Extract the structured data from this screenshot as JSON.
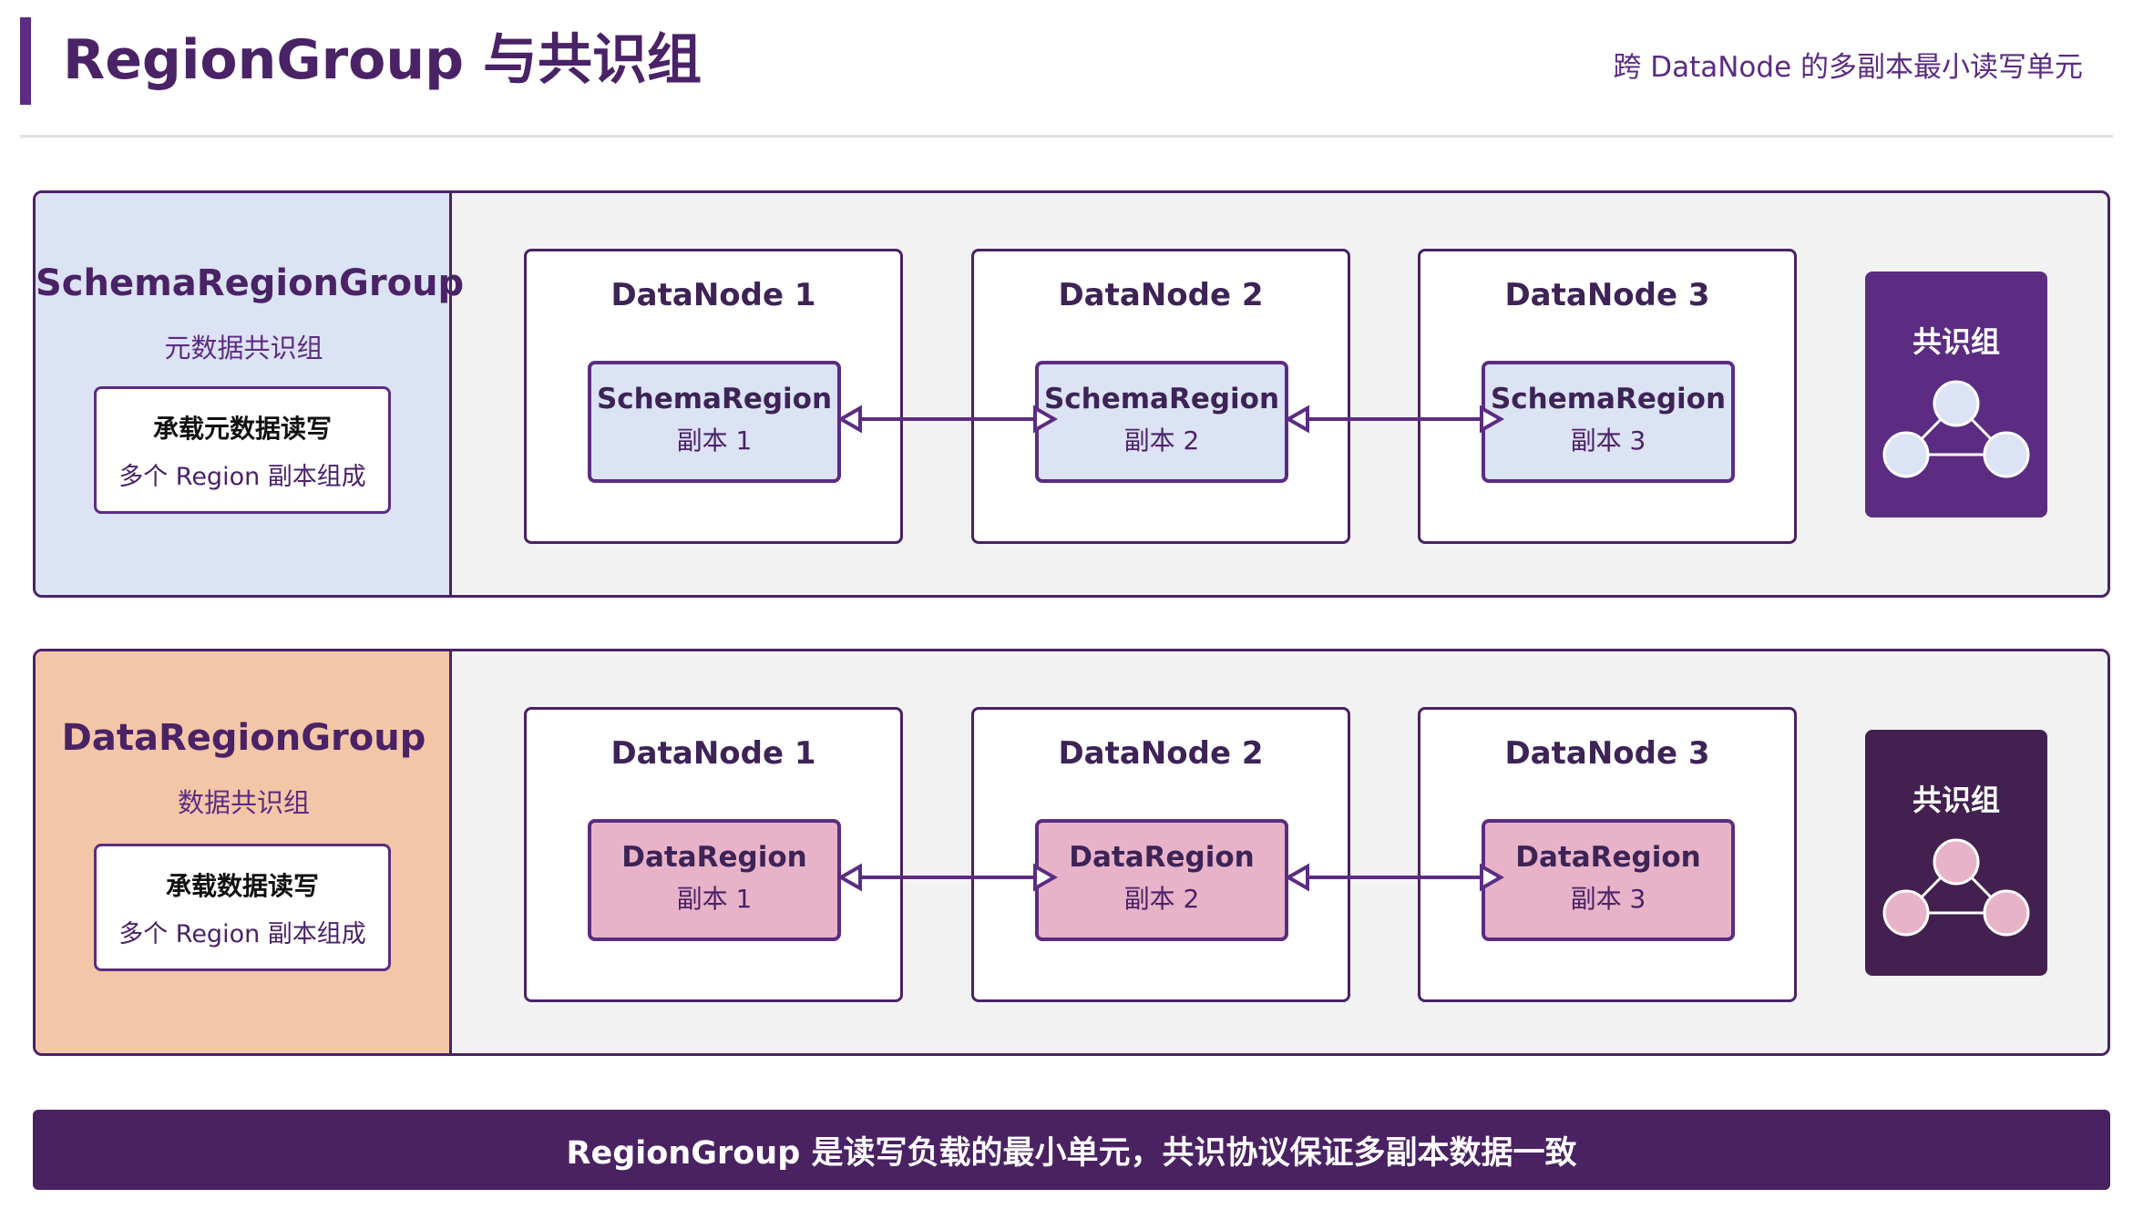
{
  "header": {
    "title": "RegionGroup 与共识组",
    "subtitle": "跨 DataNode 的多副本最小读写单元"
  },
  "groups": [
    {
      "name": "SchemaRegionGroup",
      "subtitle": "元数据共识组",
      "desc_title": "承载元数据读写",
      "desc_text": "多个 Region 副本组成",
      "side_color": "#dce3f4",
      "region_color": "#dce3f4",
      "consensus_color": "#5b2c82",
      "consensus_label": "共识组",
      "nodes": [
        {
          "title": "DataNode 1",
          "region": "SchemaRegion",
          "replica": "副本 1"
        },
        {
          "title": "DataNode 2",
          "region": "SchemaRegion",
          "replica": "副本 2"
        },
        {
          "title": "DataNode 3",
          "region": "SchemaRegion",
          "replica": "副本 3"
        }
      ]
    },
    {
      "name": "DataRegionGroup",
      "subtitle": "数据共识组",
      "desc_title": "承载数据读写",
      "desc_text": "多个 Region 副本组成",
      "side_color": "#f4c6a8",
      "region_color": "#e8b3c9",
      "consensus_color": "#43204f",
      "consensus_label": "共识组",
      "nodes": [
        {
          "title": "DataNode 1",
          "region": "DataRegion",
          "replica": "副本 1"
        },
        {
          "title": "DataNode 2",
          "region": "DataRegion",
          "replica": "副本 2"
        },
        {
          "title": "DataNode 3",
          "region": "DataRegion",
          "replica": "副本 3"
        }
      ]
    }
  ],
  "footer": {
    "text": "RegionGroup 是读写负载的最小单元，共识协议保证多副本数据一致"
  }
}
